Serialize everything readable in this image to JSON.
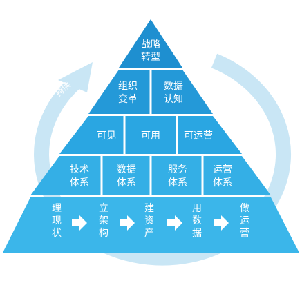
{
  "cycle_label": "持续",
  "tiers": {
    "top": {
      "lines": [
        "战略",
        "转型"
      ]
    },
    "second": [
      {
        "lines": [
          "组织",
          "变革"
        ]
      },
      {
        "lines": [
          "数据",
          "认知"
        ]
      }
    ],
    "third": [
      "可见",
      "可用",
      "可运营"
    ],
    "fourth": [
      {
        "lines": [
          "技术",
          "体系"
        ]
      },
      {
        "lines": [
          "数据",
          "体系"
        ]
      },
      {
        "lines": [
          "服务",
          "体系"
        ]
      },
      {
        "lines": [
          "运营",
          "体系"
        ]
      }
    ],
    "base_steps": [
      {
        "chars": [
          "理",
          "现",
          "状"
        ]
      },
      {
        "chars": [
          "立",
          "架",
          "构"
        ]
      },
      {
        "chars": [
          "建",
          "资",
          "产"
        ]
      },
      {
        "chars": [
          "用",
          "数",
          "据"
        ]
      },
      {
        "chars": [
          "做",
          "运",
          "营"
        ]
      }
    ]
  },
  "colors": {
    "tier_top": "#1e8fd0",
    "tier_second": "#2499d8",
    "tier_third": "#2aa6e2",
    "tier_fourth": "#34afe6",
    "tier_base": "#3bb6ea",
    "cycle_arc": "#c9e6f5",
    "separator": "#ffffff"
  }
}
